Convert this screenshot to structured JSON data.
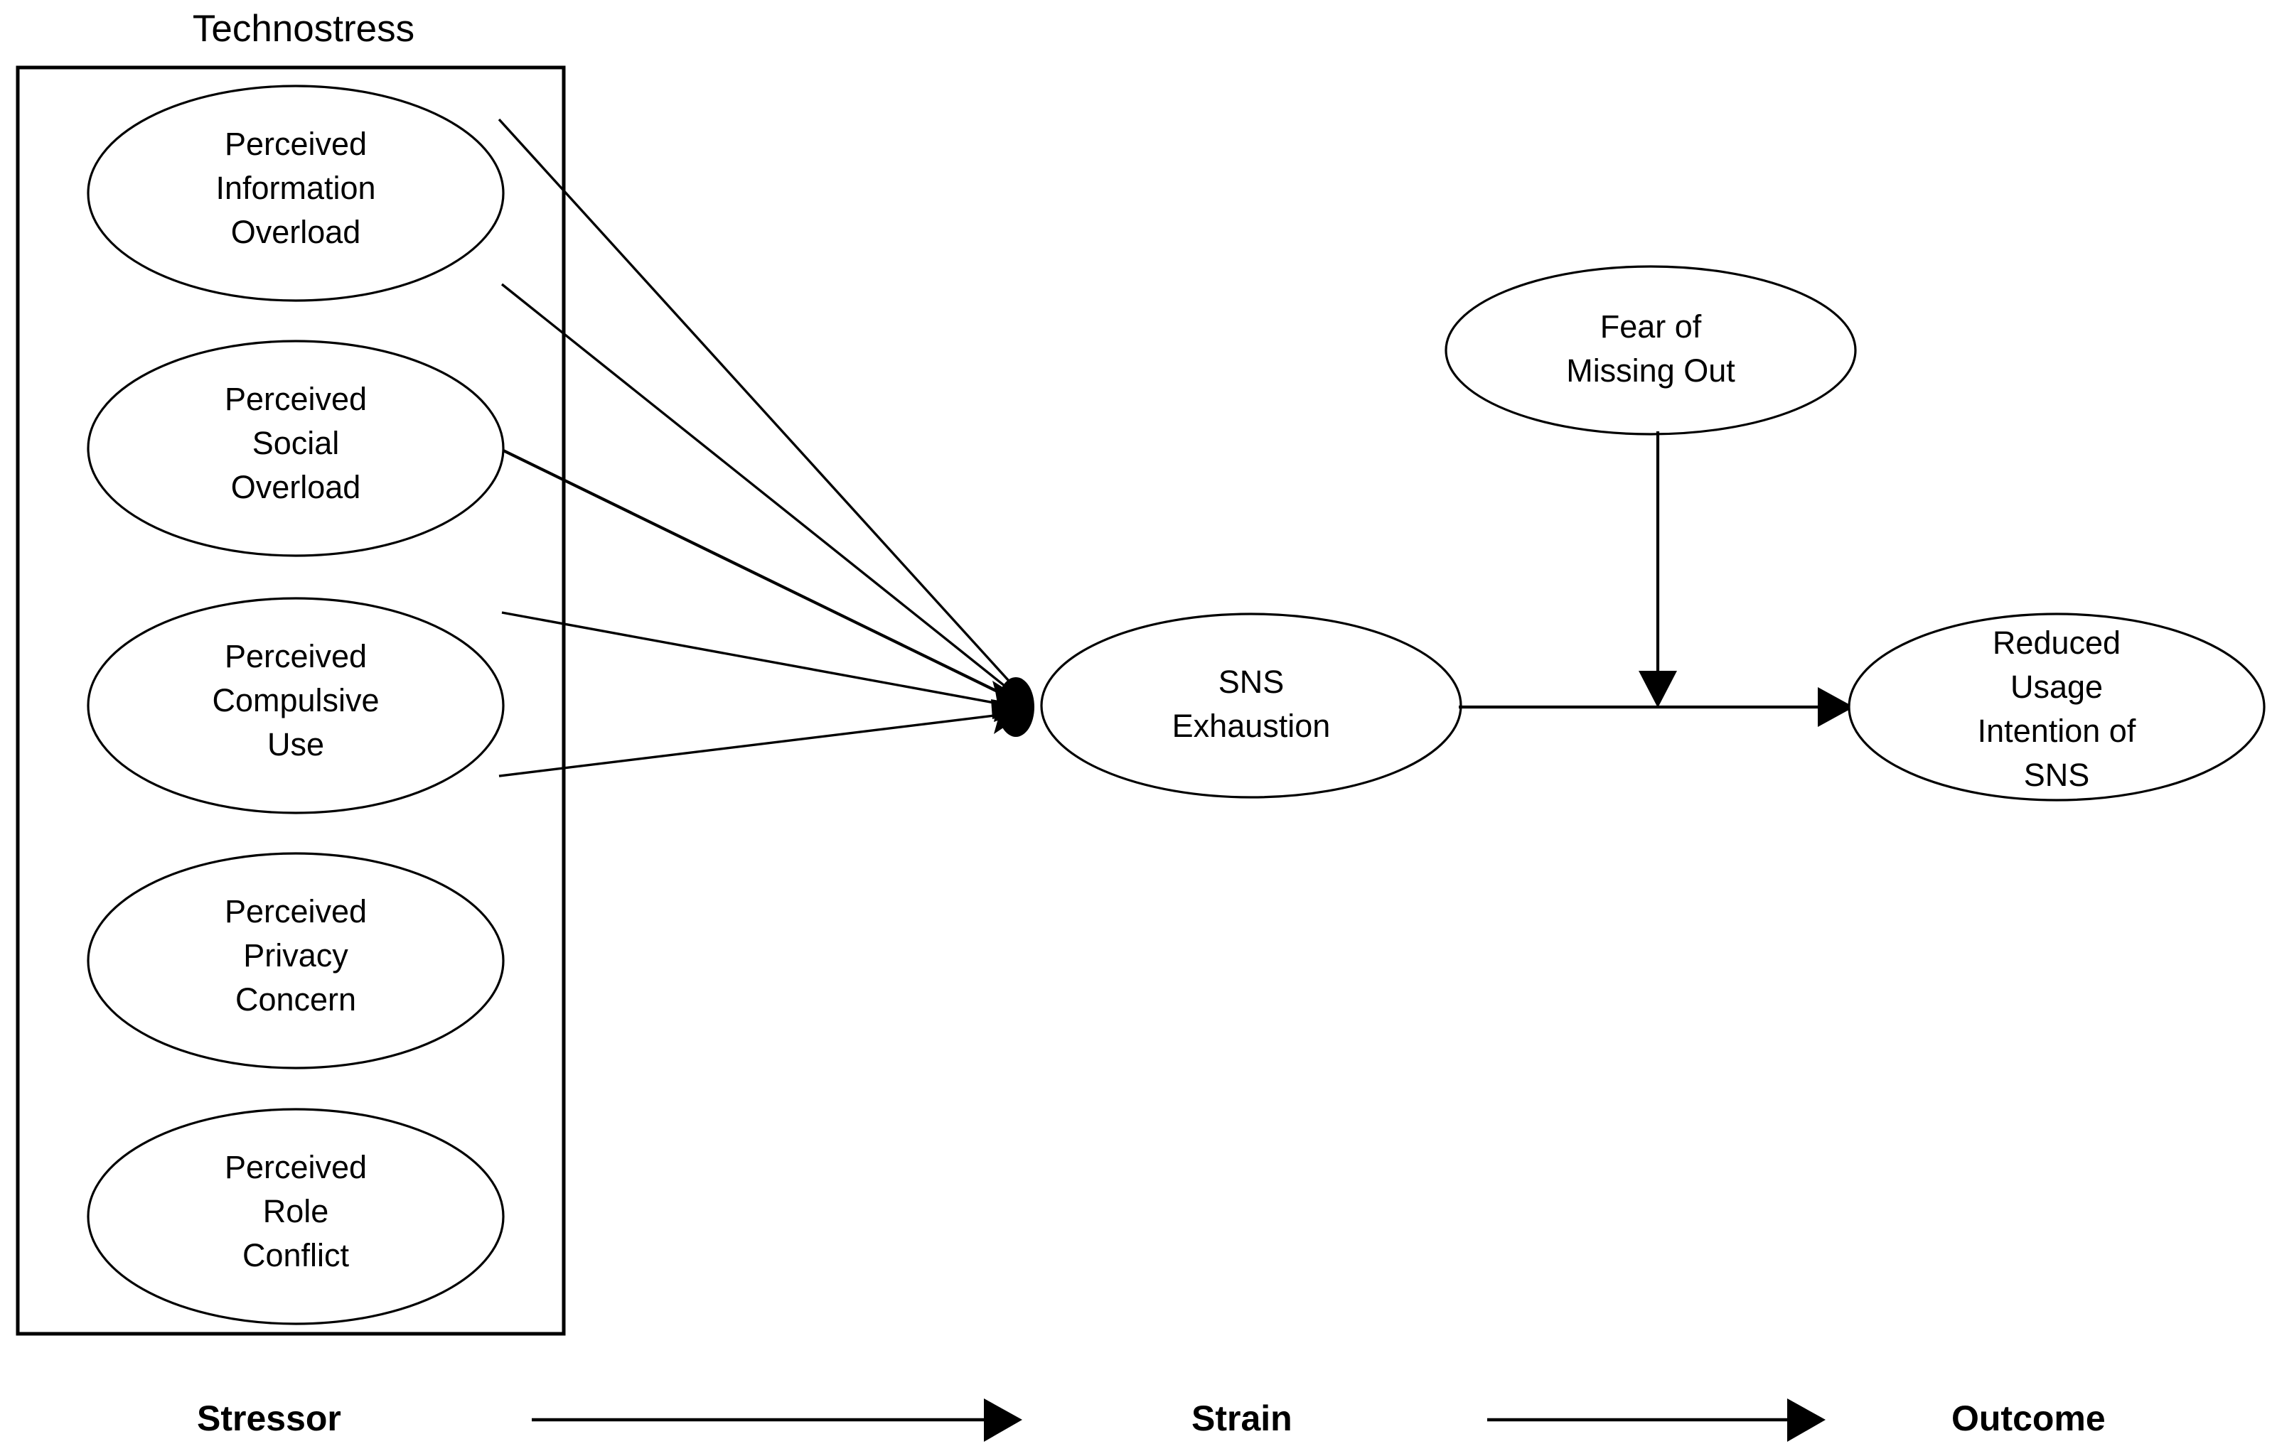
{
  "diagram": {
    "title": "Technostress",
    "group_box": {
      "label": "Technostress"
    },
    "stressors": [
      {
        "id": "pio",
        "label_lines": [
          "Perceived",
          "Information",
          "Overload"
        ]
      },
      {
        "id": "pso",
        "label_lines": [
          "Perceived",
          "Social",
          "Overload"
        ]
      },
      {
        "id": "pcu",
        "label_lines": [
          "Perceived",
          "Compulsive",
          "Use"
        ]
      },
      {
        "id": "ppc",
        "label_lines": [
          "Perceived",
          "Privacy",
          "Concern"
        ]
      },
      {
        "id": "prc",
        "label_lines": [
          "Perceived",
          "Role",
          "Conflict"
        ]
      }
    ],
    "strain": {
      "id": "sns_exhaustion",
      "label_lines": [
        "SNS",
        "Exhaustion"
      ]
    },
    "moderator": {
      "id": "fomo",
      "label_lines": [
        "Fear of",
        "Missing Out"
      ]
    },
    "outcome": {
      "id": "reduced_usage",
      "label_lines": [
        "Reduced",
        "Usage",
        "Intention of",
        "SNS"
      ]
    },
    "legend": {
      "stage_1": "Stressor",
      "stage_2": "Strain",
      "stage_3": "Outcome"
    },
    "colors": {
      "stroke": "#000000",
      "fill": "#ffffff",
      "text": "#000000"
    }
  }
}
